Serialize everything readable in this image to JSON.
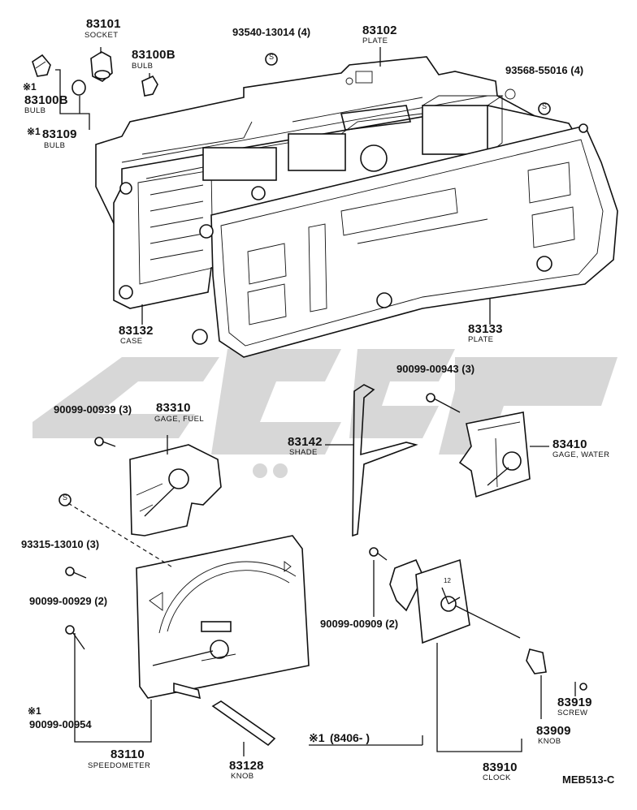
{
  "diagram_ref": "MEB513-C",
  "range_note": {
    "star": "※1",
    "text": "(8406-      )"
  },
  "parts": {
    "p83101": {
      "num": "83101",
      "desc": "SOCKET"
    },
    "p83100b_top": {
      "num": "83100B",
      "desc": "BULB"
    },
    "p83100b": {
      "star": "※1",
      "num": "83100B",
      "desc": "BULB"
    },
    "p83109": {
      "star": "※1",
      "num": "83109",
      "desc": "BULB"
    },
    "p93540": {
      "num": "93540-13014 (4)"
    },
    "p83102": {
      "num": "83102",
      "desc": "PLATE"
    },
    "p93568": {
      "num": "93568-55016 (4)"
    },
    "p83132": {
      "num": "83132",
      "desc": "CASE"
    },
    "p83133": {
      "num": "83133",
      "desc": "PLATE"
    },
    "p90099_943": {
      "num": "90099-00943 (3)"
    },
    "p90099_939": {
      "num": "90099-00939 (3)"
    },
    "p83310": {
      "num": "83310",
      "desc": "GAGE, FUEL"
    },
    "p83142": {
      "num": "83142",
      "desc": "SHADE"
    },
    "p83410": {
      "num": "83410",
      "desc": "GAGE, WATER"
    },
    "p93315": {
      "num": "93315-13010 (3)"
    },
    "p90099_929": {
      "num": "90099-00929 (2)"
    },
    "p90099_909": {
      "num": "90099-00909 (2)"
    },
    "p90099_954": {
      "star": "※1",
      "num": "90099-00954"
    },
    "p83110": {
      "num": "83110",
      "desc": "SPEEDOMETER"
    },
    "p83128": {
      "num": "83128",
      "desc": "KNOB"
    },
    "p83910": {
      "num": "83910",
      "desc": "CLOCK"
    },
    "p83919": {
      "num": "83919",
      "desc": "SCREW"
    },
    "p83909": {
      "num": "83909",
      "desc": "KNOB"
    }
  },
  "symbols": {
    "s_mark": "S",
    "clock_12": "12"
  }
}
